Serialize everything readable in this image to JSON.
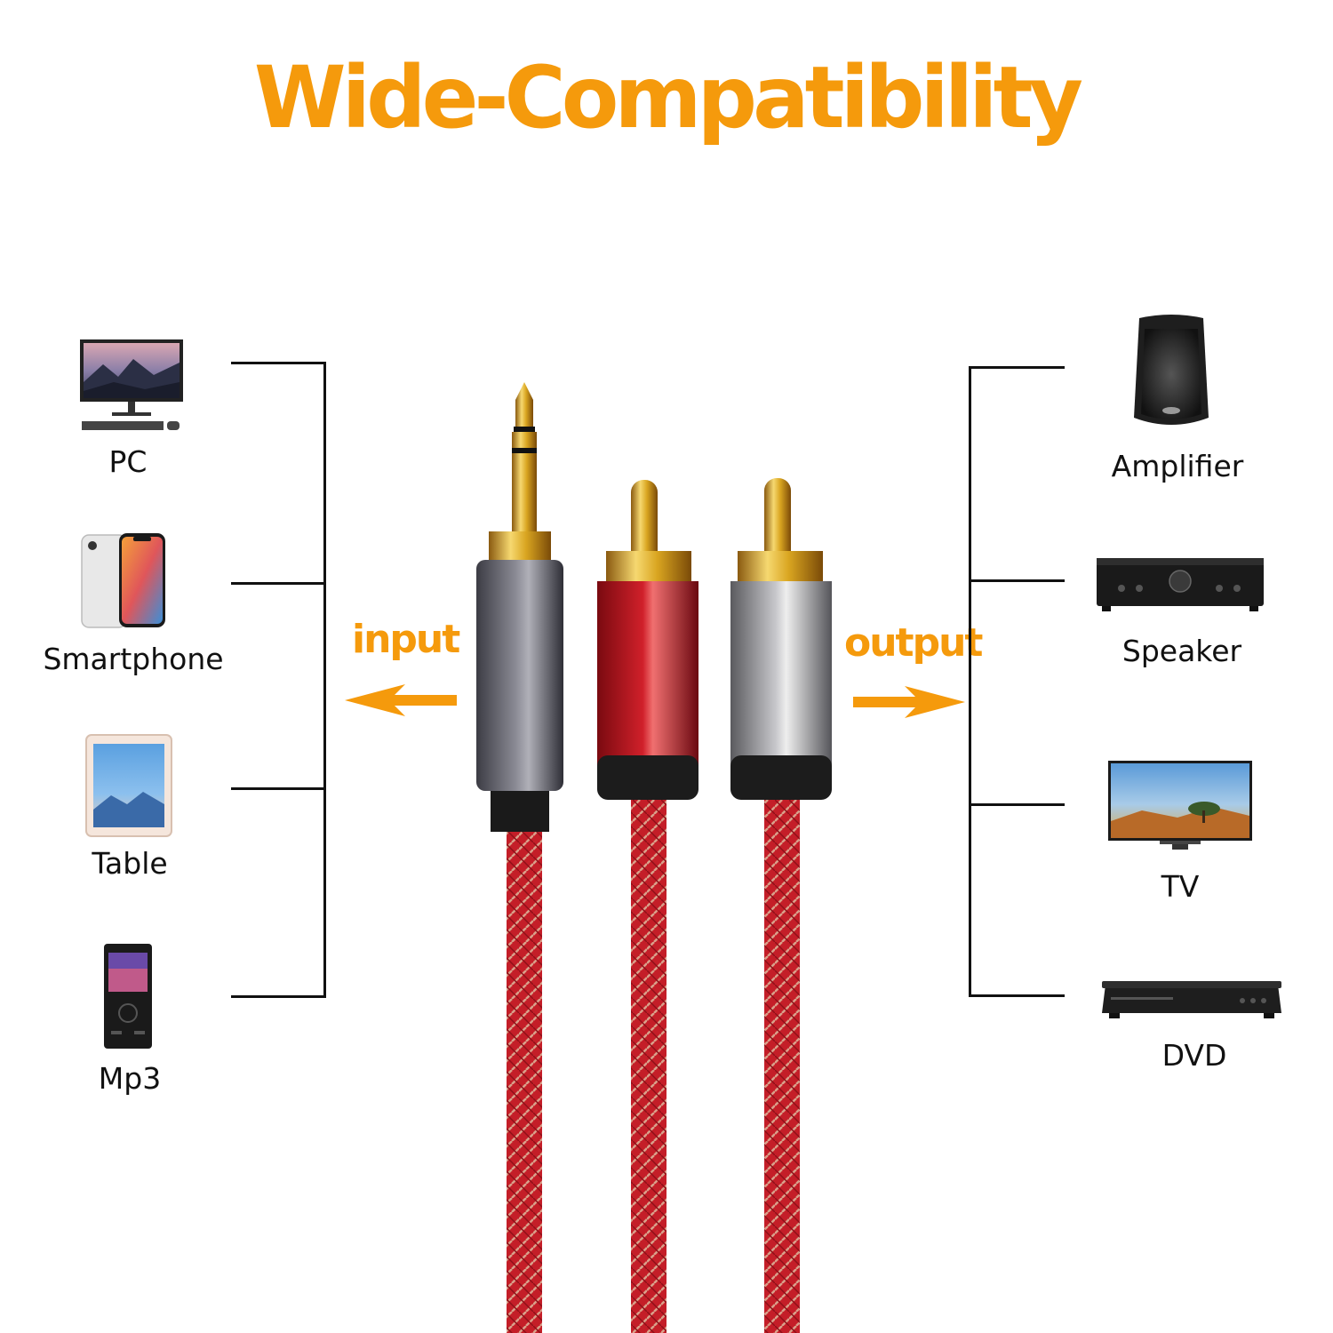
{
  "title": "Wide-Compatibility",
  "colors": {
    "accent": "#F59A0C",
    "cable_red": "#C8202A",
    "gold": "#D9A520"
  },
  "input": {
    "label": "input",
    "devices": [
      {
        "label": "PC",
        "icon": "pc-monitor-icon"
      },
      {
        "label": "Smartphone",
        "icon": "smartphone-icon"
      },
      {
        "label": "Table",
        "icon": "tablet-icon"
      },
      {
        "label": "Mp3",
        "icon": "mp3-player-icon"
      }
    ]
  },
  "output": {
    "label": "output",
    "devices": [
      {
        "label": "Amplifier",
        "icon": "speaker-cabinet-icon"
      },
      {
        "label": "Speaker",
        "icon": "amplifier-receiver-icon"
      },
      {
        "label": "TV",
        "icon": "tv-icon"
      },
      {
        "label": "DVD",
        "icon": "dvd-player-icon"
      }
    ]
  }
}
